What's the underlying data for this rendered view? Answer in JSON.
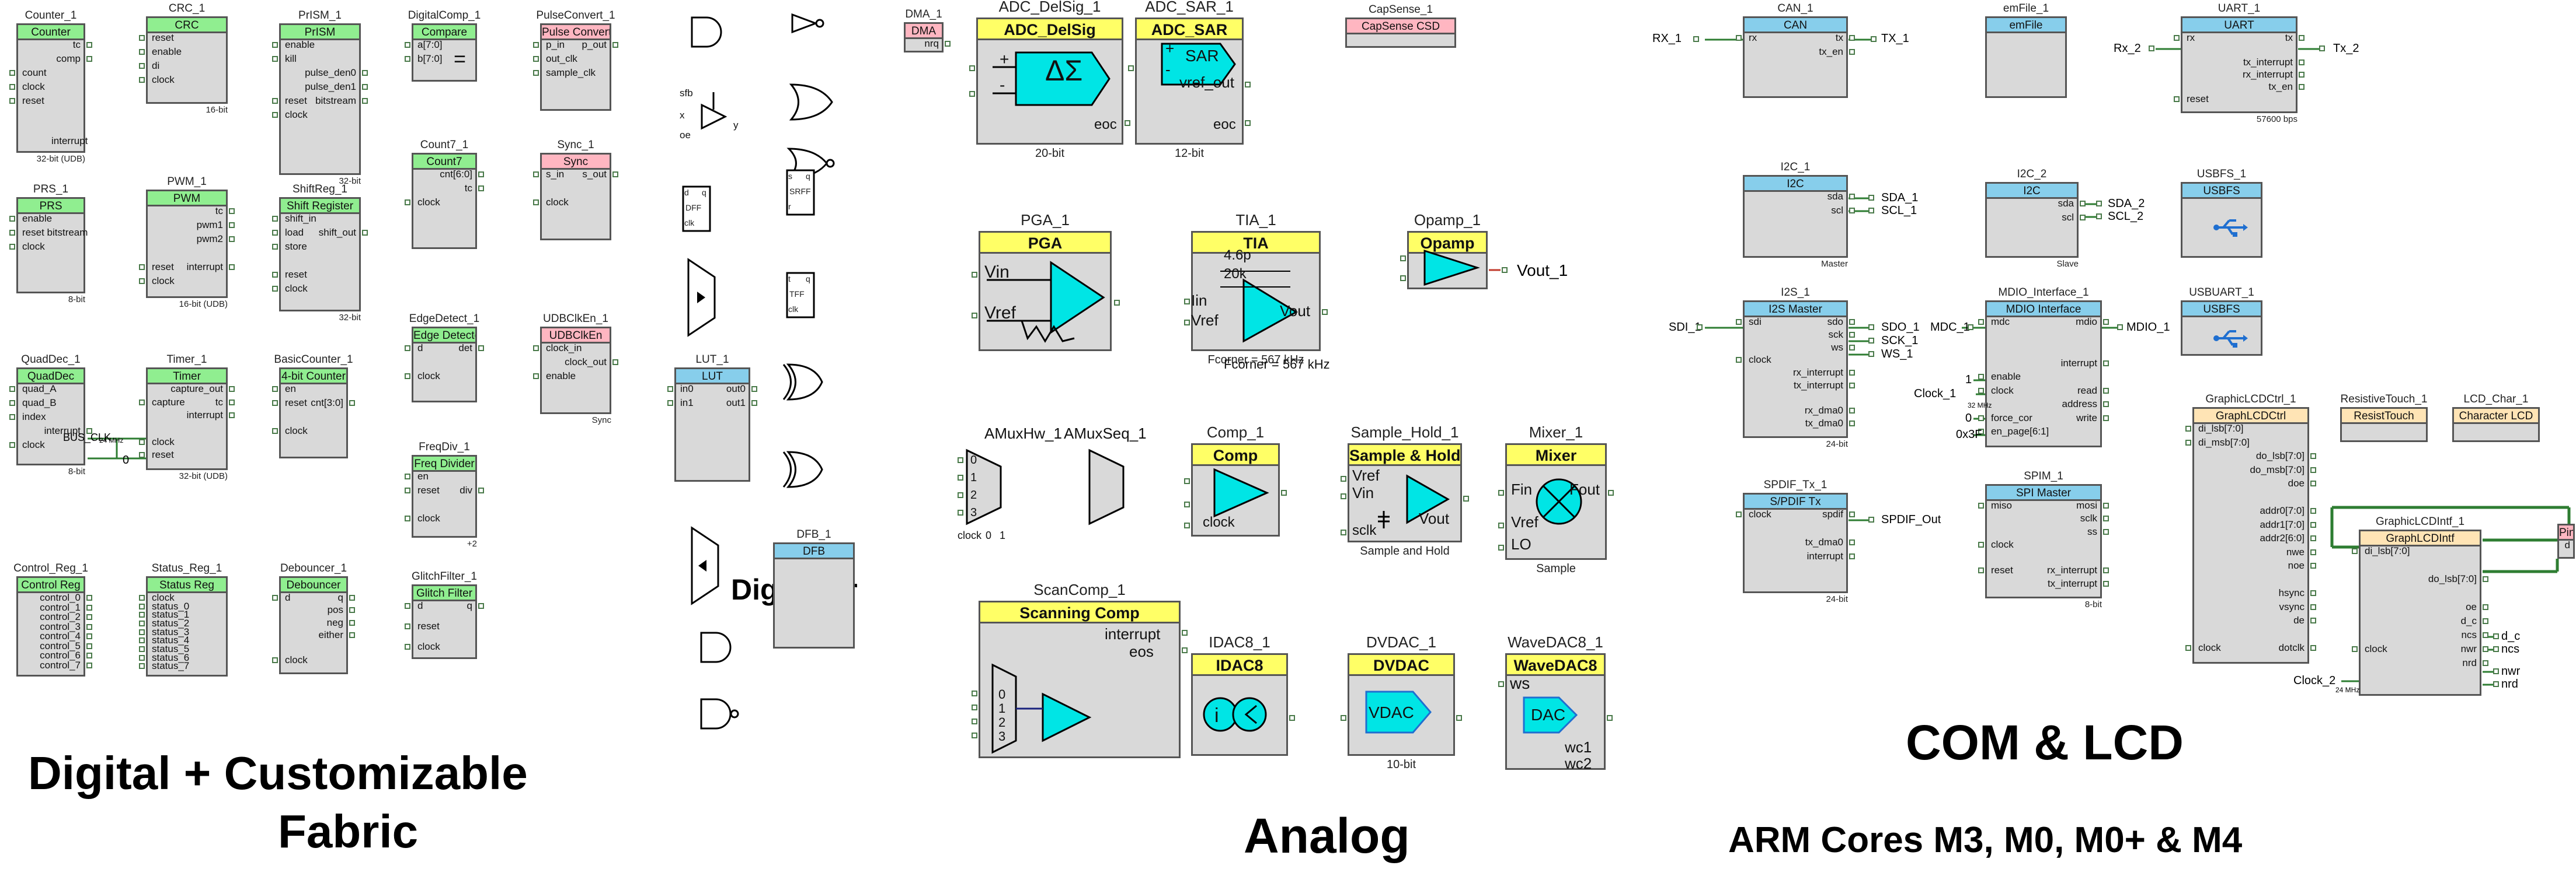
{
  "section_titles": {
    "digital": [
      "Digital + Customizable",
      "Fabric"
    ],
    "dig_filter": "Dig Filter",
    "analog": "Analog",
    "com": "COM & LCD",
    "arm": "ARM Cores M3, M0, M0+ & M4"
  },
  "components": [
    {
      "id": "counter",
      "instance": "Counter_1",
      "header": "Counter",
      "color": "g",
      "note": "32-bit (UDB)",
      "left": [
        "",
        "",
        "count",
        "clock",
        "reset"
      ],
      "right": [
        "tc",
        "comp",
        "",
        "",
        ""
      ],
      "extra": "interrupt"
    },
    {
      "id": "crc",
      "instance": "CRC_1",
      "header": "CRC",
      "color": "g",
      "note": "16-bit",
      "left": [
        "reset",
        "enable",
        "di",
        "clock"
      ],
      "right": []
    },
    {
      "id": "prism",
      "instance": "PrISM_1",
      "header": "PrISM",
      "color": "g",
      "note": "32-bit",
      "left": [
        "enable",
        "kill",
        "",
        "",
        "reset",
        "clock"
      ],
      "right": [
        "",
        "",
        "pulse_den0",
        "pulse_den1",
        "bitstream",
        ""
      ]
    },
    {
      "id": "digcomp",
      "instance": "DigitalComp_1",
      "header": "Compare",
      "color": "g",
      "left": [
        "a[7:0]",
        "b[7:0]"
      ],
      "right": [],
      "symbol": "="
    },
    {
      "id": "pulseconv",
      "instance": "PulseConvert_1",
      "header": "Pulse Convert",
      "color": "p",
      "left": [
        "p_in",
        "out_clk",
        "sample_clk"
      ],
      "right": [
        "p_out",
        "",
        ""
      ]
    },
    {
      "id": "prs",
      "instance": "PRS_1",
      "header": "PRS",
      "color": "g",
      "note": "8-bit",
      "left": [
        "enable",
        "reset bitstream",
        "clock"
      ],
      "right": []
    },
    {
      "id": "pwm",
      "instance": "PWM_1",
      "header": "PWM",
      "color": "g",
      "note": "16-bit (UDB)",
      "left": [
        "",
        "",
        "",
        "",
        "reset",
        "clock"
      ],
      "right": [
        "tc",
        "pwm1",
        "pwm2",
        "",
        "interrupt",
        ""
      ]
    },
    {
      "id": "shiftreg",
      "instance": "ShiftReg_1",
      "header": "Shift Register",
      "color": "g",
      "note": "32-bit",
      "left": [
        "shift_in",
        "load",
        "store",
        "",
        "reset",
        "clock"
      ],
      "right": [
        "",
        "shift_out",
        "",
        "",
        "",
        ""
      ]
    },
    {
      "id": "count7",
      "instance": "Count7_1",
      "header": "Count7",
      "color": "g",
      "left": [
        "",
        "",
        "clock"
      ],
      "right": [
        "cnt[6:0]",
        "tc",
        ""
      ]
    },
    {
      "id": "sync",
      "instance": "Sync_1",
      "header": "Sync",
      "color": "p",
      "left": [
        "s_in",
        "",
        "clock"
      ],
      "right": [
        "s_out",
        "",
        ""
      ]
    },
    {
      "id": "quaddec",
      "instance": "QuadDec_1",
      "header": "QuadDec",
      "color": "g",
      "note": "8-bit",
      "left": [
        "quad_A",
        "quad_B",
        "index",
        "",
        "clock"
      ],
      "right": [
        "",
        "",
        "",
        "interrupt",
        ""
      ]
    },
    {
      "id": "timer",
      "instance": "Timer_1",
      "header": "Timer",
      "color": "g",
      "note": "32-bit (UDB)",
      "left": [
        "",
        "capture",
        "",
        "",
        "clock",
        "reset"
      ],
      "right": [
        "capture_out",
        "tc",
        "interrupt",
        "",
        "",
        ""
      ]
    },
    {
      "id": "basiccounter",
      "instance": "BasicCounter_1",
      "header": "4-bit Counter",
      "color": "g",
      "left": [
        "en",
        "reset",
        "",
        "clock"
      ],
      "right": [
        "",
        "cnt[3:0]",
        "",
        ""
      ]
    },
    {
      "id": "edgedetect",
      "instance": "EdgeDetect_1",
      "header": "Edge Detector",
      "color": "g",
      "left": [
        "d",
        "",
        "clock"
      ],
      "right": [
        "det",
        "",
        ""
      ]
    },
    {
      "id": "udbclken",
      "instance": "UDBClkEn_1",
      "header": "UDBClkEn",
      "color": "p",
      "note": "Sync",
      "left": [
        "clock_in",
        "",
        "enable"
      ],
      "right": [
        "",
        "clock_out",
        ""
      ]
    },
    {
      "id": "freqdiv",
      "instance": "FreqDiv_1",
      "header": "Freq Divider",
      "color": "g",
      "note": "+2",
      "left": [
        "en",
        "reset",
        "",
        "clock"
      ],
      "right": [
        "",
        "div",
        "",
        ""
      ]
    },
    {
      "id": "controlreg",
      "instance": "Control_Reg_1",
      "header": "Control Reg",
      "color": "g",
      "left": [],
      "right": [
        "control_0",
        "control_1",
        "control_2",
        "control_3",
        "control_4",
        "control_5",
        "control_6",
        "control_7"
      ]
    },
    {
      "id": "statusreg",
      "instance": "Status_Reg_1",
      "header": "Status Reg",
      "color": "g",
      "left": [
        "clock",
        "status_0",
        "status_1",
        "status_2",
        "status_3",
        "status_4",
        "status_5",
        "status_6",
        "status_7"
      ],
      "right": []
    },
    {
      "id": "debouncer",
      "instance": "Debouncer_1",
      "header": "Debouncer",
      "color": "g",
      "left": [
        "d",
        "",
        "",
        "",
        "",
        "clock"
      ],
      "right": [
        "q",
        "pos",
        "neg",
        "either",
        "",
        ""
      ]
    },
    {
      "id": "glitch",
      "instance": "GlitchFilter_1",
      "header": "Glitch Filter",
      "color": "g",
      "left": [
        "d",
        "",
        "reset",
        "",
        "clock"
      ],
      "right": [
        "q",
        "",
        "",
        "",
        ""
      ]
    },
    {
      "id": "lut",
      "instance": "LUT_1",
      "header": "LUT",
      "color": "b",
      "left": [
        "in0",
        "in1"
      ],
      "right": [
        "out0",
        "out1"
      ]
    },
    {
      "id": "dfb",
      "instance": "DFB_1",
      "header": "DFB",
      "color": "b",
      "left": [],
      "right": []
    },
    {
      "id": "dma",
      "instance": "DMA_1",
      "header": "DMA",
      "color": "p",
      "left": [],
      "right": [
        "nrq"
      ]
    },
    {
      "id": "capsense",
      "instance": "CapSense_1",
      "header": "CapSense CSD",
      "color": "p",
      "left": [],
      "right": []
    },
    {
      "id": "can",
      "instance": "CAN_1",
      "header": "CAN",
      "color": "b",
      "left": [
        "rx"
      ],
      "right": [
        "tx",
        "tx_en"
      ]
    },
    {
      "id": "emfile",
      "instance": "emFile_1",
      "header": "emFile",
      "color": "b",
      "left": [],
      "right": []
    },
    {
      "id": "uart",
      "instance": "UART_1",
      "header": "UART",
      "color": "b",
      "note": "57600 bps",
      "left": [
        "rx",
        "",
        "",
        "",
        "",
        "reset"
      ],
      "right": [
        "tx",
        "",
        "tx_interrupt",
        "rx_interrupt",
        "tx_en",
        ""
      ]
    },
    {
      "id": "i2c1",
      "instance": "I2C_1",
      "header": "I2C",
      "color": "b",
      "note": "Master",
      "left": [],
      "right": [
        "sda",
        "scl"
      ]
    },
    {
      "id": "i2c2",
      "instance": "I2C_2",
      "header": "I2C",
      "color": "b",
      "note": "Slave",
      "left": [],
      "right": [
        "sda",
        "scl"
      ]
    },
    {
      "id": "usbfs",
      "instance": "USBFS_1",
      "header": "USBFS",
      "color": "b",
      "left": [],
      "right": []
    },
    {
      "id": "i2s",
      "instance": "I2S_1",
      "header": "I2S Master",
      "color": "b",
      "note": "24-bit",
      "left": [
        "sdi",
        "",
        "",
        "clock",
        "",
        "",
        "",
        "",
        ""
      ],
      "right": [
        "sdo",
        "sck",
        "ws",
        "",
        "rx_interrupt",
        "tx_interrupt",
        "",
        "rx_dma0",
        "tx_dma0"
      ]
    },
    {
      "id": "mdio",
      "instance": "MDIO_Interface_1",
      "header": "MDIO Interface",
      "color": "b",
      "left": [
        "mdc",
        "",
        "",
        "",
        "enable",
        "clock",
        "",
        "force_cor",
        "en_page[6:1]"
      ],
      "right": [
        "mdio",
        "",
        "",
        "interrupt",
        "",
        "read",
        "address",
        "write",
        ""
      ]
    },
    {
      "id": "usbuart",
      "instance": "USBUART_1",
      "header": "USBFS",
      "color": "b",
      "left": [],
      "right": []
    },
    {
      "id": "graphlcdctrl",
      "instance": "GraphicLCDCtrl_1",
      "header": "GraphLCDCtrl",
      "color": "o",
      "left": [
        "di_lsb[7:0]",
        "di_msb[7:0]",
        "",
        "",
        "",
        "",
        "",
        "",
        "",
        "",
        "",
        "",
        "",
        "",
        "",
        "",
        "clock"
      ],
      "right": [
        "",
        "",
        "do_lsb[7:0]",
        "do_msb[7:0]",
        "doe",
        "",
        "addr0[7:0]",
        "addr1[7:0]",
        "addr2[6:0]",
        "nwe",
        "noe",
        "",
        "hsync",
        "vsync",
        "de",
        "",
        "dotclk"
      ]
    },
    {
      "id": "resistivetouch",
      "instance": "ResistiveTouch_1",
      "header": "ResistTouch",
      "color": "o",
      "left": [],
      "right": []
    },
    {
      "id": "lcdchar",
      "instance": "LCD_Char_1",
      "header": "Character LCD",
      "color": "o",
      "left": [],
      "right": []
    },
    {
      "id": "spdif",
      "instance": "SPDIF_Tx_1",
      "header": "S/PDIF Tx",
      "color": "b",
      "note": "24-bit",
      "left": [
        "clock",
        "",
        "",
        ""
      ],
      "right": [
        "spdif",
        "",
        "tx_dma0",
        "interrupt"
      ]
    },
    {
      "id": "spim",
      "instance": "SPIM_1",
      "header": "SPI Master",
      "color": "b",
      "note": "8-bit",
      "left": [
        "miso",
        "",
        "",
        "clock",
        "",
        "reset"
      ],
      "right": [
        "mosi",
        "sclk",
        "ss",
        "",
        "",
        "rx_interrupt",
        "tx_interrupt"
      ]
    },
    {
      "id": "graphlcdintf",
      "instance": "GraphicLCDIntf_1",
      "header": "GraphLCDIntf",
      "color": "o",
      "left": [
        "di_lsb[7:0]",
        "",
        "",
        "",
        "",
        "",
        "",
        "clock"
      ],
      "right": [
        "",
        "",
        "do_lsb[7:0]",
        "",
        "oe",
        "d_c",
        "ncs",
        "nwr",
        "nrd"
      ]
    },
    {
      "id": "pins",
      "instance": "",
      "header": "Pins",
      "color": "p",
      "left": [],
      "right": [
        "d"
      ]
    }
  ],
  "analog_blocks": {
    "adc_delsig": {
      "instance": "ADC_DelSig_1",
      "header": "ADC_DelSig",
      "pins": [
        "+",
        "-"
      ],
      "out": "eoc",
      "note": "20-bit",
      "symbol": "ΔΣ"
    },
    "adc_sar": {
      "instance": "ADC_SAR_1",
      "header": "ADC_SAR",
      "pins": [
        "+",
        "-"
      ],
      "inner": [
        "SAR",
        "vref_out"
      ],
      "out": "eoc",
      "note": "12-bit"
    },
    "pga": {
      "instance": "PGA_1",
      "header": "PGA",
      "pins": [
        "Vin",
        "Vref"
      ]
    },
    "tia": {
      "instance": "TIA_1",
      "header": "TIA",
      "pins": [
        "Iin",
        "Vref"
      ],
      "out": "Vout",
      "labels": [
        "4.6p",
        "20k"
      ],
      "note": "Fcorner = 567 kHz"
    },
    "opamp": {
      "instance": "Opamp_1",
      "header": "Opamp"
    },
    "amux": {
      "instance": "AMuxHw_1",
      "pins": [
        "0",
        "1",
        "2",
        "3"
      ],
      "labels": [
        "clock",
        "0",
        "1"
      ]
    },
    "amuxseq": {
      "instance": "AMuxSeq_1"
    },
    "comp": {
      "instance": "Comp_1",
      "header": "Comp",
      "pins": [
        "clock"
      ]
    },
    "samplehold": {
      "instance": "Sample_Hold_1",
      "header": "Sample & Hold",
      "pins": [
        "Vref",
        "Vin",
        "sclk"
      ],
      "out": "Vout",
      "note": "Sample and Hold"
    },
    "mixer": {
      "instance": "Mixer_1",
      "header": "Mixer",
      "pins": [
        "Fin",
        "Vref",
        "LO"
      ],
      "out": "Fout",
      "note": "Sample"
    },
    "scancomp": {
      "instance": "ScanComp_1",
      "header": "Scanning Comp",
      "outs": [
        "interrupt",
        "eos"
      ],
      "pins": [
        "0",
        "1",
        "2",
        "3"
      ]
    },
    "idac8": {
      "instance": "IDAC8_1",
      "header": "IDAC8",
      "symbol": "i"
    },
    "dvdac": {
      "instance": "DVDAC_1",
      "header": "DVDAC",
      "symbol": "VDAC",
      "note": "10-bit"
    },
    "wavedac": {
      "instance": "WaveDAC8_1",
      "header": "WaveDAC8",
      "pins": [
        "ws",
        "wc1",
        "wc2"
      ],
      "symbol": "DAC"
    }
  },
  "wire_labels": {
    "opamp_out": "Vout_1",
    "can_rx": "RX_1",
    "can_tx": "TX_1",
    "uart_rx": "Rx_2",
    "uart_tx": "Tx_2",
    "i2c1_sda": "SDA_1",
    "i2c1_scl": "SCL_1",
    "i2c2_sda": "SDA_2",
    "i2c2_scl": "SCL_2",
    "i2s_sdi": "SDI_1",
    "i2s_sdo": "SDO_1",
    "i2s_sck": "SCK_1",
    "i2s_ws": "WS_1",
    "mdio_mdc": "MDC_1",
    "mdio_mdio": "MDIO_1",
    "mdio_clock": "Clock_1",
    "spdif_out": "SPDIF_Out",
    "lcd_dc": "d_c",
    "lcd_ncs": "ncs",
    "lcd_nwr": "nwr",
    "lcd_nrd": "nrd",
    "lcd_clock": "Clock_2",
    "quad_bus": "BUS_CLK",
    "const0": "0",
    "const1": "1",
    "const_hex": "0x3F",
    "clk_mhz": "24 MHz",
    "clk2_mhz": "24 MHz",
    "clk1_mhz": "32 MHz"
  },
  "gates": {
    "dff": [
      "d",
      "DFF",
      "clk",
      "q"
    ],
    "srff": [
      "s",
      "SRFF",
      "r",
      "q"
    ],
    "tff": [
      "t",
      "TFF",
      "clk",
      "q"
    ],
    "tribuf": [
      "sfb",
      "x",
      "oe",
      "y"
    ]
  }
}
